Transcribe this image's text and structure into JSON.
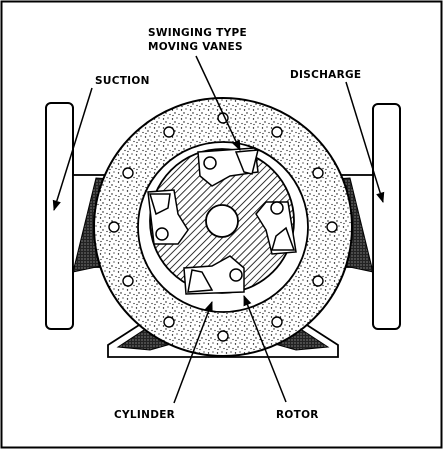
{
  "diagram": {
    "labels": {
      "vanes_line1": "SWINGING TYPE",
      "vanes_line2": "MOVING VANES",
      "suction": "SUCTION",
      "discharge": "DISCHARGE",
      "cylinder": "CYLINDER",
      "rotor": "ROTOR"
    }
  }
}
